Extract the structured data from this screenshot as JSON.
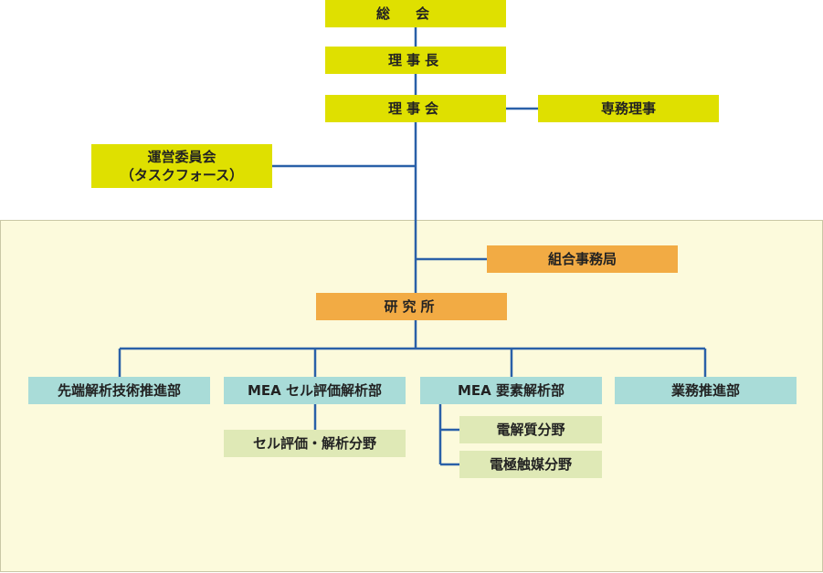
{
  "org_chart": {
    "general_assembly": "総会",
    "chairman": "理事長",
    "board": "理事会",
    "managing_director": "専務理事",
    "steering_committee": "運営委員会\n（タスクフォース）",
    "union_office": "組合事務局",
    "research_institute": "研究所",
    "departments": [
      "先端解析技術推進部",
      "MEA セル評価解析部",
      "MEA 要素解析部",
      "業務推進部"
    ],
    "sub_units": {
      "cell_eval": "セル評価・解析分野",
      "electrolyte": "電解質分野",
      "electrocatalyst": "電極触媒分野"
    }
  },
  "colors": {
    "top_level": "#dfe000",
    "office": "#f2ab44",
    "department": "#a9dcd8",
    "sub_unit": "#dfe9b6",
    "connector": "#2a60a8",
    "panel": "#fcfadc"
  }
}
